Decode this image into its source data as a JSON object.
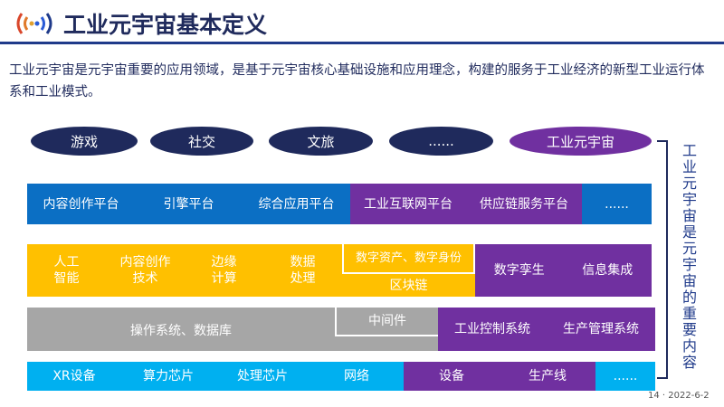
{
  "header": {
    "title": "工业元宇宙基本定义",
    "logo_icon": "signal-icon"
  },
  "intro": "工业元宇宙是元宇宙重要的应用领域，是基于元宇宙核心基础设施和应用理念，构建的服务于工业经济的新型工业运行体系和工业模式。",
  "ovals": [
    "游戏",
    "社交",
    "文旅",
    "......",
    "工业元宇宙"
  ],
  "row1": {
    "blue": [
      "内容创作平台",
      "引擎平台",
      "综合应用平台"
    ],
    "purple": [
      "工业互联网平台",
      "供应链服务平台"
    ],
    "more": "......"
  },
  "row2": {
    "yellow": [
      "人工\n智能",
      "内容创作\n技术",
      "边缘\n计算",
      "数据\n处理"
    ],
    "inner": "数字资产、数字身份",
    "blockchain": "区块链",
    "purple": [
      "数字孪生",
      "信息集成"
    ]
  },
  "row3": {
    "gray": "操作系统、数据库",
    "inner": "中间件",
    "purple": [
      "工业控制系统",
      "生产管理系统"
    ]
  },
  "row4": {
    "cyan": [
      "XR设备",
      "算力芯片",
      "处理芯片",
      "网络"
    ],
    "purple": [
      "设备",
      "生产线"
    ],
    "more": "......"
  },
  "side_label": "工业元宇宙是元宇宙的重要内容",
  "footer": "14 · 2022-6-2",
  "colors": {
    "navy": "#1f2a5c",
    "blue": "#0b6fc4",
    "purple": "#7030a0",
    "yellow": "#ffc000",
    "gray": "#a6a6a6",
    "cyan": "#00b0f0"
  }
}
